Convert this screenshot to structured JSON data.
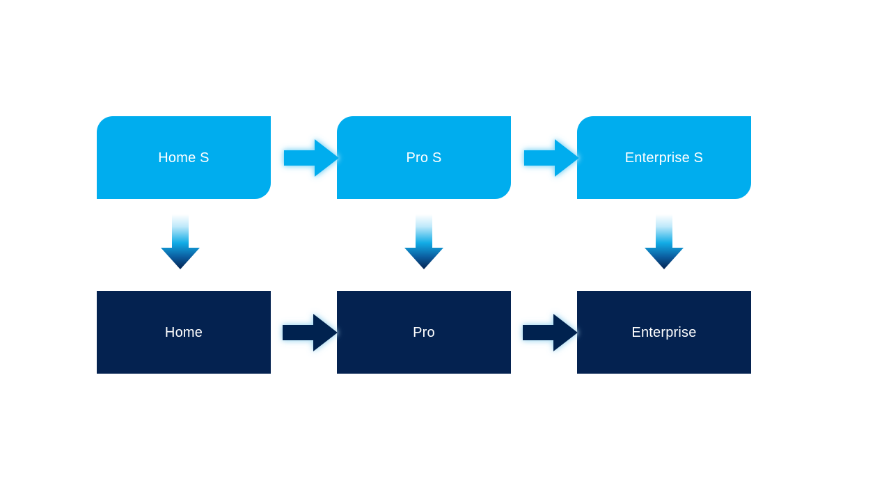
{
  "diagram": {
    "type": "process-flow",
    "background_color": "#FFFFFF",
    "colors": {
      "top_row_fill": "#00ADEE",
      "bottom_row_fill": "#042250",
      "text": "#FFFFFF",
      "glow": "#8FD8F5",
      "vertical_arrow_gradient_start": "#FFFFFF",
      "vertical_arrow_gradient_mid": "#00A8E8",
      "vertical_arrow_gradient_end": "#042250"
    },
    "rows": [
      {
        "id": "top-row",
        "style": "cyan-rounded",
        "nodes": [
          {
            "id": "home-s",
            "label": "Home S"
          },
          {
            "id": "pro-s",
            "label": "Pro S"
          },
          {
            "id": "enterprise-s",
            "label": "Enterprise S"
          }
        ],
        "connectors": [
          {
            "id": "top-arrow-1",
            "direction": "right",
            "from": "home-s",
            "to": "pro-s"
          },
          {
            "id": "top-arrow-2",
            "direction": "right",
            "from": "pro-s",
            "to": "enterprise-s"
          }
        ]
      },
      {
        "id": "bottom-row",
        "style": "navy-square",
        "nodes": [
          {
            "id": "home",
            "label": "Home"
          },
          {
            "id": "pro",
            "label": "Pro"
          },
          {
            "id": "enterprise",
            "label": "Enterprise"
          }
        ],
        "connectors": [
          {
            "id": "bottom-arrow-1",
            "direction": "right",
            "from": "home",
            "to": "pro"
          },
          {
            "id": "bottom-arrow-2",
            "direction": "right",
            "from": "pro",
            "to": "enterprise"
          }
        ]
      }
    ],
    "vertical_connectors": [
      {
        "id": "down-arrow-1",
        "direction": "down",
        "from": "home-s",
        "to": "home"
      },
      {
        "id": "down-arrow-2",
        "direction": "down",
        "from": "pro-s",
        "to": "pro"
      },
      {
        "id": "down-arrow-3",
        "direction": "down",
        "from": "enterprise-s",
        "to": "enterprise"
      }
    ]
  }
}
